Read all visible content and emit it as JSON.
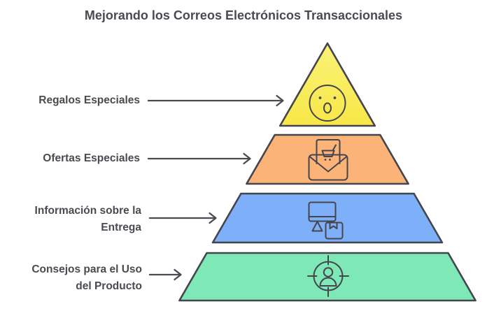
{
  "title": "Mejorando los Correos Electrónicos Transaccionales",
  "colors": {
    "text": "#4A4A52",
    "outline": "#45454D",
    "arrow": "#4A4A52",
    "level1_top": "#FBF278",
    "level1_bottom": "#F7E747",
    "level1": "#F9EC55",
    "level2": "#FBB377",
    "level3": "#7EAFF9",
    "level4": "#7EE9B7",
    "background": "#FFFFFF"
  },
  "pyramid": {
    "levels": [
      {
        "rank": 1,
        "label": "Regalos Especiales",
        "lines": [
          "Regalos Especiales"
        ],
        "icon": "surprised-face-icon",
        "color": "#F9EC55"
      },
      {
        "rank": 2,
        "label": "Ofertas Especiales",
        "lines": [
          "Ofertas Especiales"
        ],
        "icon": "envelope-cart-icon",
        "color": "#FBB377"
      },
      {
        "rank": 3,
        "label": "Información sobre la Entrega",
        "lines": [
          "Información sobre la",
          "Entrega"
        ],
        "icon": "monitor-package-icon",
        "color": "#7EAFF9"
      },
      {
        "rank": 4,
        "label": "Consejos para el Uso del Producto",
        "lines": [
          "Consejos para el Uso",
          "del Producto"
        ],
        "icon": "person-target-icon",
        "color": "#7EE9B7"
      }
    ]
  }
}
